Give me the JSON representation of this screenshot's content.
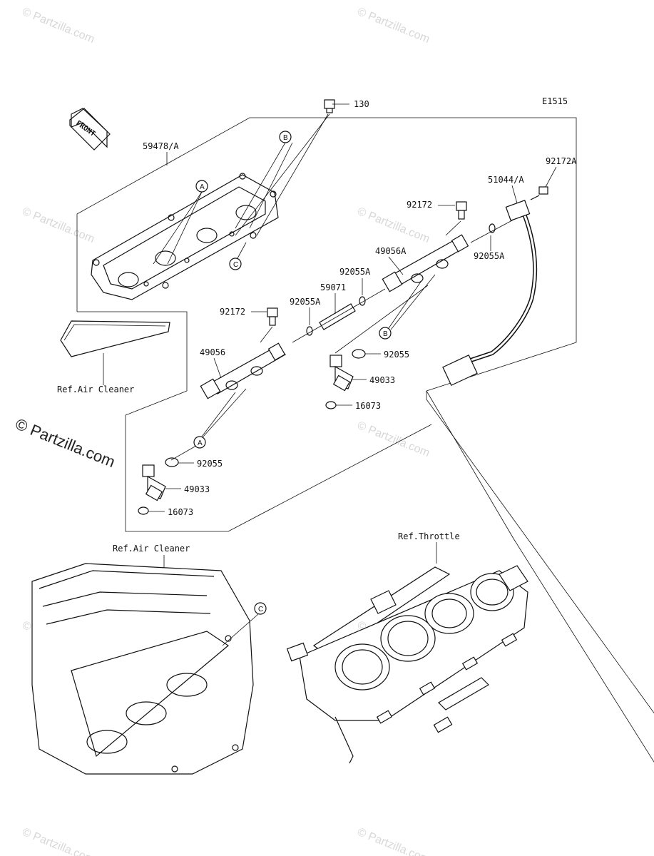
{
  "diagram_id": "E1515",
  "front_arrow_label": "FRONT",
  "watermark_text": "© Partzilla.com",
  "watermark_main": "© Partzilla.com",
  "ref_labels": {
    "air_cleaner_top": "Ref.Air Cleaner",
    "air_cleaner_bottom": "Ref.Air Cleaner",
    "throttle": "Ref.Throttle"
  },
  "callouts": {
    "A": "A",
    "B": "B",
    "C": "C"
  },
  "part_labels": {
    "p130": "130",
    "p59478A": "59478/A",
    "p92172A": "92172A",
    "p51044A": "51044/A",
    "p92172_top": "92172",
    "p92055A_right": "92055A",
    "p49056A": "49056A",
    "p92055A_mid": "92055A",
    "p59071": "59071",
    "p92055A_left": "92055A",
    "p92172_left": "92172",
    "p92055_right": "92055",
    "p49056": "49056",
    "p49033_right": "49033",
    "p16073_right": "16073",
    "p92055_left": "92055",
    "p49033_left": "49033",
    "p16073_left": "16073"
  }
}
